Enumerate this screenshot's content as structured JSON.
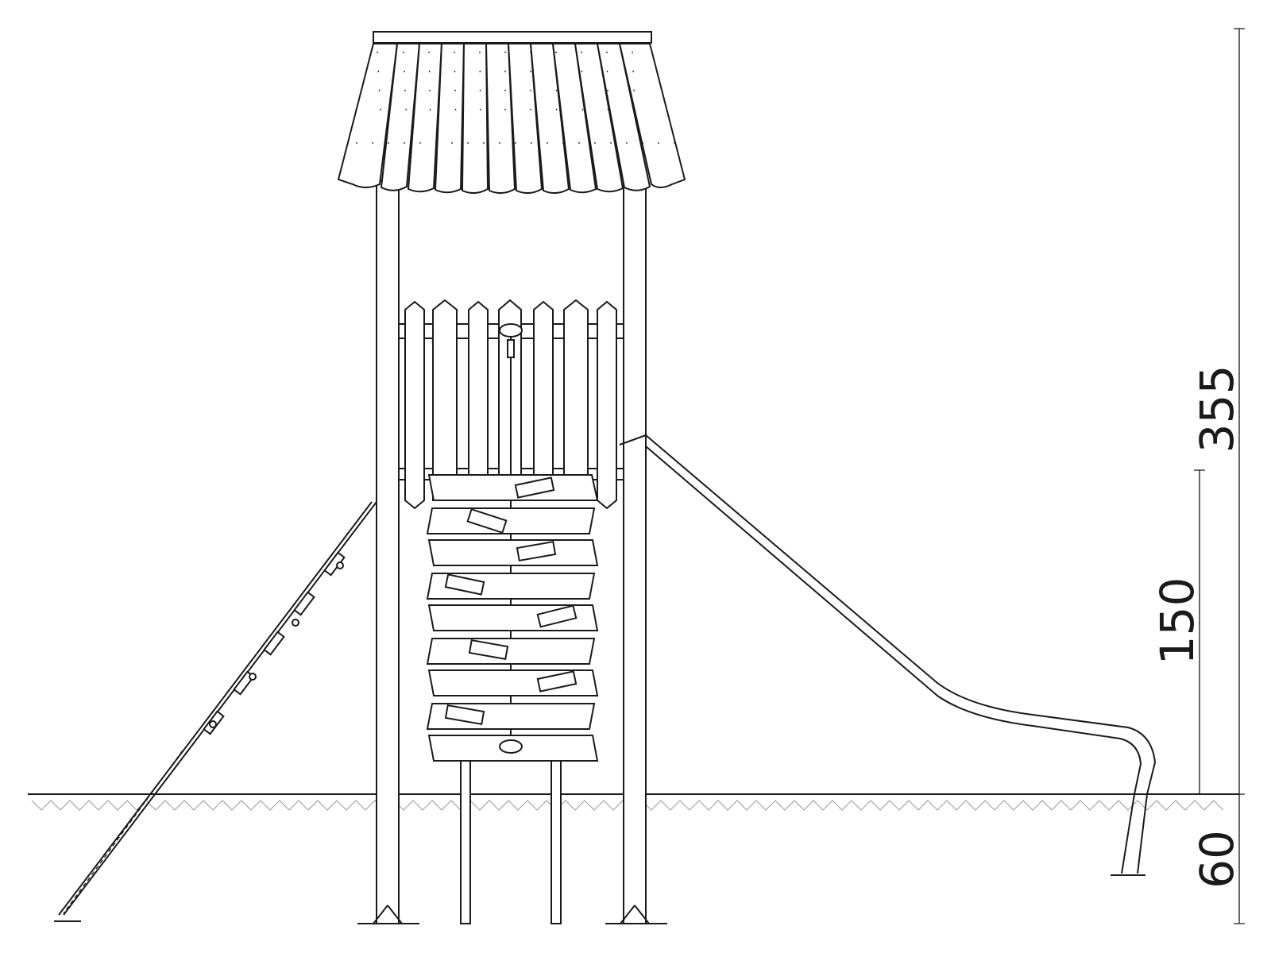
{
  "dimensions": {
    "total_height": "355",
    "platform_height": "150",
    "foundation_depth": "60"
  },
  "colors": {
    "line": "#1a1a1a",
    "hatch": "#9a9a9a",
    "background": "#ffffff"
  }
}
